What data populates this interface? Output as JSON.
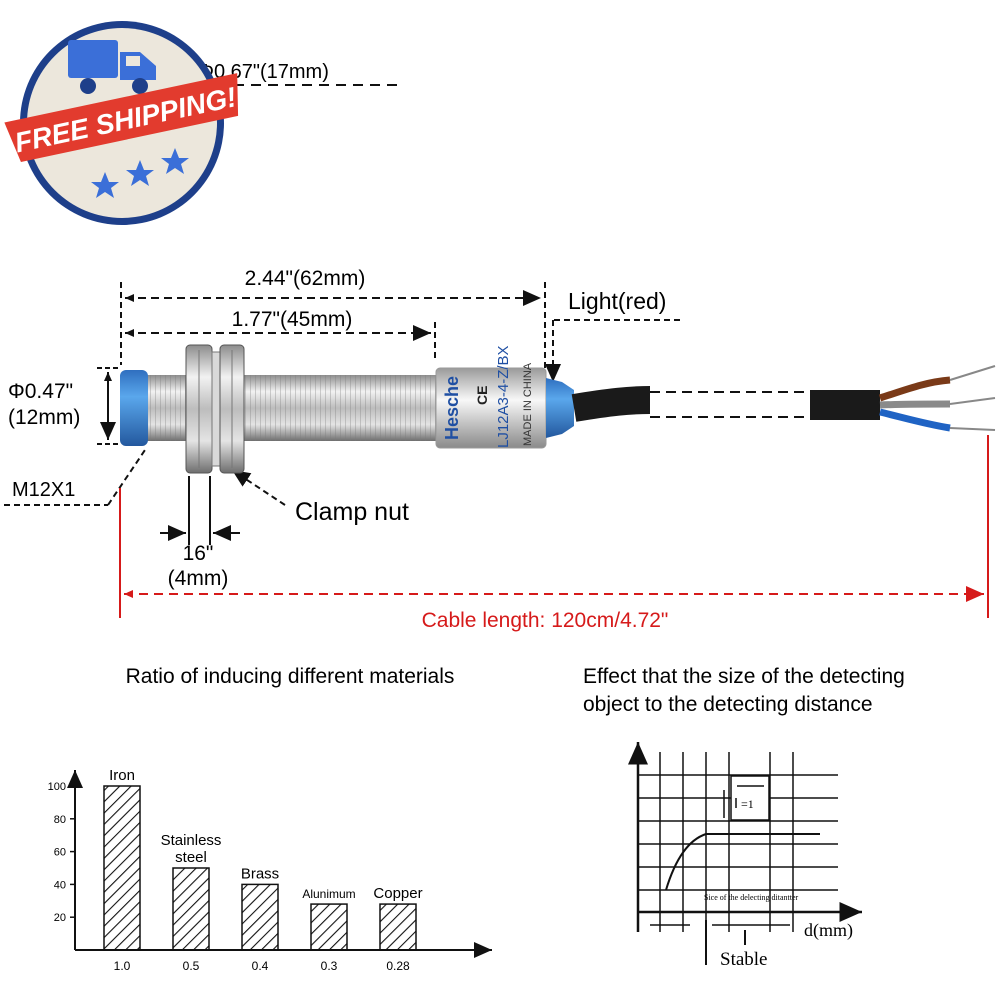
{
  "badge": {
    "text": "FREE SHIPPING!",
    "colors": {
      "disc": "#ece7dc",
      "rim": "#1e3f8a",
      "ribbon": "#e23b2e",
      "truck": "#3b6fd8",
      "stars": "#3b6fd8"
    },
    "icon": "truck-icon"
  },
  "dimensions": {
    "top_diameter": "Φ0.67\"(17mm)",
    "overall_length": "2.44\"(62mm)",
    "thread_length": "1.77\"(45mm)",
    "diameter_in": "Φ0.47\"",
    "diameter_mm": "(12mm)",
    "thread": "M12X1",
    "nut_width_in": "16\"",
    "nut_width_mm": "(4mm)",
    "clamp_nut": "Clamp nut",
    "light": "Light(red)",
    "cable_length": "Cable length: 120cm/4.72\""
  },
  "sensor_label": {
    "brand": "Hesche",
    "model": "LJ12A3-4-Z/BX",
    "origin": "MADE IN CHINA",
    "ce": "CE"
  },
  "colors": {
    "cap_blue": "#3c8fd8",
    "cable_dim_red": "#d61a1a",
    "body_metal": "#c9c9c9"
  },
  "materials_chart": {
    "title": "Ratio of inducing different materials",
    "chart_data": {
      "type": "bar",
      "categories": [
        "Iron",
        "Stainless steel",
        "Brass",
        "Alunimum",
        "Copper"
      ],
      "category_labels": [
        [
          "Iron"
        ],
        [
          "Stainless",
          "steel"
        ],
        [
          "Brass"
        ],
        [
          "Alunimum"
        ],
        [
          "Copper"
        ]
      ],
      "values": [
        100,
        50,
        40,
        28,
        28
      ],
      "ratios": [
        "1.0",
        "0.5",
        "0.4",
        "0.3",
        "0.28"
      ],
      "y_ticks": [
        "100",
        "80",
        "60",
        "40",
        "20"
      ],
      "ylim": [
        0,
        100
      ],
      "bar_fill": "hatched",
      "grid": false
    }
  },
  "distance_chart": {
    "title_line1": "Effect that the size of the detecting",
    "title_line2": "object to the detecting distance",
    "x_axis_label": "d(mm)",
    "curve_label": "Sice of the delecting ditantter",
    "unit_label": "=1",
    "stable_label": "Stable"
  }
}
